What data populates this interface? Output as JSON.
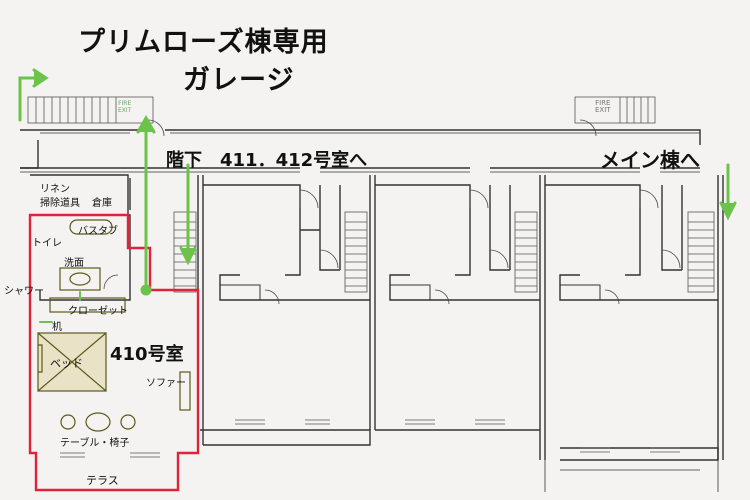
{
  "title": {
    "line1": "プリムローズ棟専用",
    "line2": "ガレージ"
  },
  "labels": {
    "stairs_down": "階下　411．412号室へ",
    "main_building": "メイン棟へ",
    "room_number": "410号室",
    "linen": "リネン",
    "cleaning_tools": "掃除道具",
    "storage": "倉庫",
    "toilet": "トイレ",
    "bathtub": "バスタブ",
    "washbasin": "洗面",
    "shower": "シャワー",
    "closet": "クローゼット",
    "desk": "机",
    "bed": "ベッド",
    "sofa": "ソファー",
    "table_chairs": "テーブル・椅子",
    "terrace": "テラス"
  },
  "fire_exits": [
    {
      "line1": "FIRE",
      "line2": "EXIT"
    },
    {
      "line1": "FIRE",
      "line2": "EXIT"
    }
  ],
  "colors": {
    "arrow": "#6cc34a",
    "room_outline": "#e0223a",
    "wall": "#333333",
    "paper": "#f4f3f1"
  }
}
